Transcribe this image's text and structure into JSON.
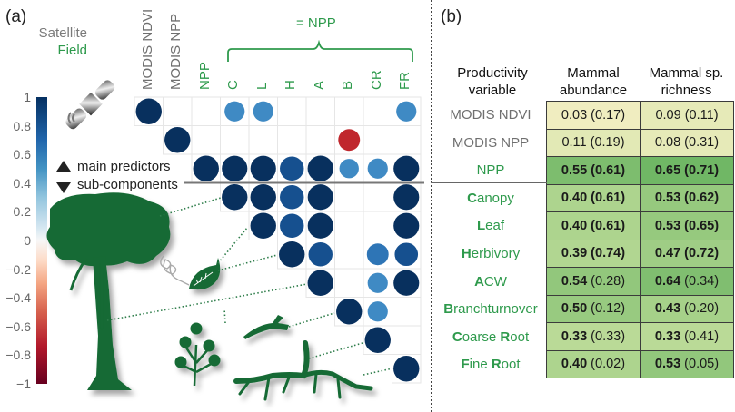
{
  "panel_a": {
    "label": "(a)",
    "legend": {
      "satellite": "Satellite",
      "field": "Field"
    },
    "npp_group_label": "= NPP",
    "triangle_legend": {
      "up": "main predictors",
      "down": "sub-components"
    },
    "icons": [
      "satellite-icon",
      "tree-icon",
      "leaf-icon",
      "shrub-icon",
      "branch-icon",
      "root-icon"
    ]
  },
  "panel_b": {
    "label": "(b)",
    "headers": {
      "variable": [
        "Productivity",
        "variable"
      ],
      "abundance": [
        "Mammal",
        "abundance"
      ],
      "richness": [
        "Mammal sp.",
        "richness"
      ]
    }
  },
  "chart_data": [
    {
      "type": "heatmap",
      "subtype": "correlation-circle-matrix (upper triangle)",
      "title": "",
      "variables": [
        "MODIS NDVI",
        "MODIS NPP",
        "NPP",
        "C",
        "L",
        "H",
        "A",
        "B",
        "CR",
        "FR"
      ],
      "variable_source": [
        "satellite",
        "satellite",
        "field",
        "field",
        "field",
        "field",
        "field",
        "field",
        "field",
        "field"
      ],
      "colorbar": {
        "range": [
          -1,
          1
        ],
        "ticks": [
          "1",
          "0.8",
          "0.6",
          "0.4",
          "0.2",
          "0",
          "−0.2",
          "−0.4",
          "−0.6",
          "−0.8",
          "−1"
        ],
        "colors": {
          "negative": "#67001f",
          "zero": "#ffffff",
          "positive": "#053061"
        }
      },
      "correlations": [
        {
          "row": "MODIS NDVI",
          "col": "MODIS NDVI",
          "r": 1.0
        },
        {
          "row": "MODIS NDVI",
          "col": "C",
          "r": 0.6
        },
        {
          "row": "MODIS NDVI",
          "col": "L",
          "r": 0.6
        },
        {
          "row": "MODIS NDVI",
          "col": "FR",
          "r": 0.6
        },
        {
          "row": "MODIS NPP",
          "col": "MODIS NPP",
          "r": 1.0
        },
        {
          "row": "MODIS NPP",
          "col": "B",
          "r": -0.7
        },
        {
          "row": "NPP",
          "col": "NPP",
          "r": 1.0
        },
        {
          "row": "NPP",
          "col": "C",
          "r": 0.95
        },
        {
          "row": "NPP",
          "col": "L",
          "r": 0.95
        },
        {
          "row": "NPP",
          "col": "H",
          "r": 0.85
        },
        {
          "row": "NPP",
          "col": "A",
          "r": 1.0
        },
        {
          "row": "NPP",
          "col": "B",
          "r": 0.55
        },
        {
          "row": "NPP",
          "col": "CR",
          "r": 0.6
        },
        {
          "row": "NPP",
          "col": "FR",
          "r": 0.95
        },
        {
          "row": "C",
          "col": "C",
          "r": 1.0
        },
        {
          "row": "C",
          "col": "L",
          "r": 1.0
        },
        {
          "row": "C",
          "col": "H",
          "r": 0.85
        },
        {
          "row": "C",
          "col": "A",
          "r": 0.95
        },
        {
          "row": "C",
          "col": "FR",
          "r": 0.95
        },
        {
          "row": "L",
          "col": "L",
          "r": 1.0
        },
        {
          "row": "L",
          "col": "H",
          "r": 0.85
        },
        {
          "row": "L",
          "col": "A",
          "r": 0.95
        },
        {
          "row": "L",
          "col": "FR",
          "r": 0.95
        },
        {
          "row": "H",
          "col": "H",
          "r": 1.0
        },
        {
          "row": "H",
          "col": "A",
          "r": 0.85
        },
        {
          "row": "H",
          "col": "CR",
          "r": 0.7
        },
        {
          "row": "H",
          "col": "FR",
          "r": 0.8
        },
        {
          "row": "A",
          "col": "A",
          "r": 1.0
        },
        {
          "row": "A",
          "col": "CR",
          "r": 0.6
        },
        {
          "row": "A",
          "col": "FR",
          "r": 0.95
        },
        {
          "row": "B",
          "col": "B",
          "r": 1.0
        },
        {
          "row": "B",
          "col": "CR",
          "r": 0.6
        },
        {
          "row": "CR",
          "col": "CR",
          "r": 1.0
        },
        {
          "row": "FR",
          "col": "FR",
          "r": 1.0
        }
      ]
    },
    {
      "type": "table",
      "columns": [
        "Productivity variable",
        "Mammal abundance",
        "Mammal sp. richness"
      ],
      "rows": [
        {
          "variable": "MODIS NDVI",
          "source": "satellite",
          "abundance": {
            "v": "0.03",
            "p": "(0.17)",
            "bold_v": false,
            "bold_p": false,
            "shade": 0.05
          },
          "richness": {
            "v": "0.09",
            "p": "(0.11)",
            "bold_v": false,
            "bold_p": false,
            "shade": 0.1
          }
        },
        {
          "variable": "MODIS NPP",
          "source": "satellite",
          "abundance": {
            "v": "0.11",
            "p": "(0.19)",
            "bold_v": false,
            "bold_p": false,
            "shade": 0.12
          },
          "richness": {
            "v": "0.08",
            "p": "(0.31)",
            "bold_v": false,
            "bold_p": false,
            "shade": 0.1
          }
        },
        {
          "variable": "NPP",
          "source": "field",
          "abundance": {
            "v": "0.55",
            "p": "(0.61)",
            "bold_v": true,
            "bold_p": true,
            "shade": 0.8
          },
          "richness": {
            "v": "0.65",
            "p": "(0.71)",
            "bold_v": true,
            "bold_p": true,
            "shade": 0.9
          }
        },
        {
          "variable": "Canopy",
          "initial": "C",
          "rest": "anopy",
          "source": "field",
          "abundance": {
            "v": "0.40",
            "p": "(0.61)",
            "bold_v": true,
            "bold_p": true,
            "shade": 0.45
          },
          "richness": {
            "v": "0.53",
            "p": "(0.62)",
            "bold_v": true,
            "bold_p": true,
            "shade": 0.62
          }
        },
        {
          "variable": "Leaf",
          "initial": "L",
          "rest": "eaf",
          "source": "field",
          "abundance": {
            "v": "0.40",
            "p": "(0.61)",
            "bold_v": true,
            "bold_p": true,
            "shade": 0.45
          },
          "richness": {
            "v": "0.53",
            "p": "(0.65)",
            "bold_v": true,
            "bold_p": true,
            "shade": 0.62
          }
        },
        {
          "variable": "Herbivory",
          "initial": "H",
          "rest": "erbivory",
          "source": "field",
          "abundance": {
            "v": "0.39",
            "p": "(0.74)",
            "bold_v": true,
            "bold_p": true,
            "shade": 0.42
          },
          "richness": {
            "v": "0.47",
            "p": "(0.72)",
            "bold_v": true,
            "bold_p": true,
            "shade": 0.55
          }
        },
        {
          "variable": "ACW",
          "initial": "A",
          "rest": "CW",
          "source": "field",
          "abundance": {
            "v": "0.54",
            "p": "(0.28)",
            "bold_v": true,
            "bold_p": false,
            "shade": 0.65
          },
          "richness": {
            "v": "0.64",
            "p": "(0.34)",
            "bold_v": true,
            "bold_p": false,
            "shade": 0.78
          }
        },
        {
          "variable": "Branchturnover",
          "initial": "B",
          "rest": "ranchturnover",
          "source": "field",
          "abundance": {
            "v": "0.50",
            "p": "(0.12)",
            "bold_v": true,
            "bold_p": false,
            "shade": 0.6
          },
          "richness": {
            "v": "0.43",
            "p": "(0.20)",
            "bold_v": true,
            "bold_p": false,
            "shade": 0.5
          }
        },
        {
          "variable": "Coarse Root",
          "initial": "C",
          "rest": "oarse ",
          "initial2": "R",
          "rest2": "oot",
          "source": "field",
          "abundance": {
            "v": "0.33",
            "p": "(0.33)",
            "bold_v": true,
            "bold_p": false,
            "shade": 0.35
          },
          "richness": {
            "v": "0.33",
            "p": "(0.41)",
            "bold_v": true,
            "bold_p": false,
            "shade": 0.35
          }
        },
        {
          "variable": "Fine Root",
          "initial": "F",
          "rest": "ine ",
          "initial2": "R",
          "rest2": "oot",
          "source": "field",
          "abundance": {
            "v": "0.40",
            "p": "(0.02)",
            "bold_v": true,
            "bold_p": false,
            "shade": 0.45
          },
          "richness": {
            "v": "0.53",
            "p": "(0.05)",
            "bold_v": true,
            "bold_p": false,
            "shade": 0.65
          }
        }
      ]
    }
  ]
}
